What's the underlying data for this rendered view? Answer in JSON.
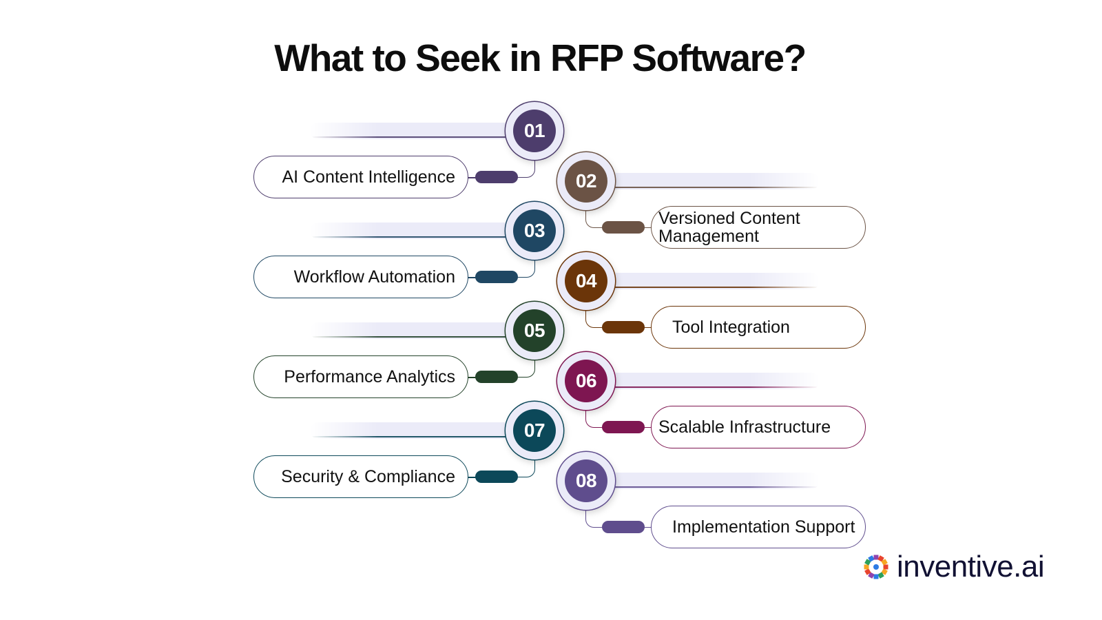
{
  "title": "What to Seek in RFP Software?",
  "items": [
    {
      "number": "01",
      "label": "AI Content Intelligence",
      "color": "#4d3d6c"
    },
    {
      "number": "02",
      "label": "Versioned Content Management",
      "color": "#6b5345"
    },
    {
      "number": "03",
      "label": "Workflow Automation",
      "color": "#1f4763"
    },
    {
      "number": "04",
      "label": "Tool Integration",
      "color": "#6b3509"
    },
    {
      "number": "05",
      "label": "Performance Analytics",
      "color": "#23422a"
    },
    {
      "number": "06",
      "label": "Scalable Infrastructure",
      "color": "#7e1651"
    },
    {
      "number": "07",
      "label": "Security & Compliance",
      "color": "#0c4859"
    },
    {
      "number": "08",
      "label": "Implementation Support",
      "color": "#5f4d8d"
    }
  ],
  "logo": {
    "text": "inventive.ai",
    "icon": "pinwheel-logo-icon",
    "colors": [
      "#e8442e",
      "#f6a623",
      "#2ca05a",
      "#2c7be5",
      "#8e44ad"
    ]
  },
  "accent_bar_color": "#ebebf8"
}
